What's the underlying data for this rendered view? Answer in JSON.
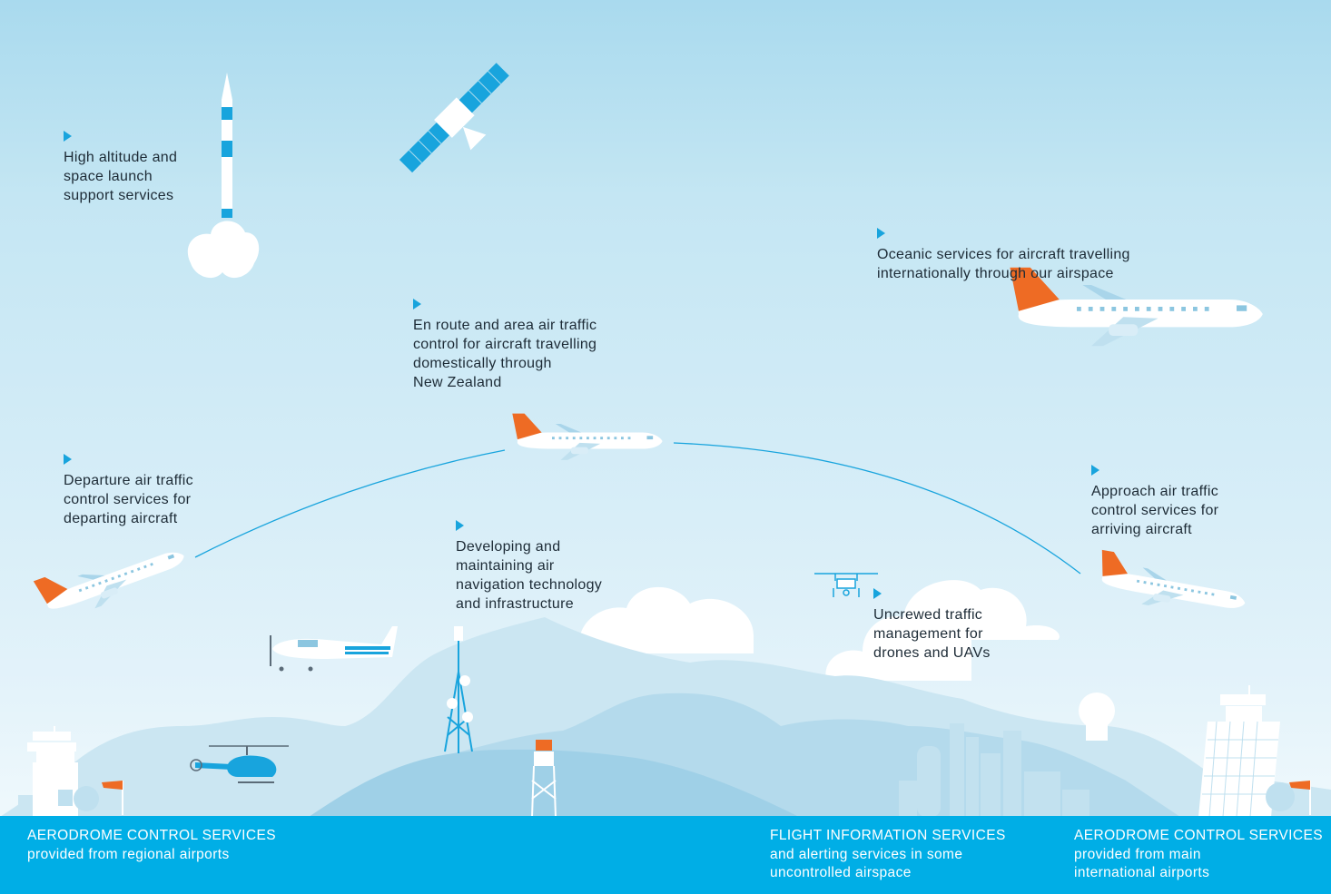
{
  "colors": {
    "accent_blue": "#18a4dd",
    "footer_blue": "#00aee6",
    "orange": "#ee6b24",
    "text_dark": "#1d2b36",
    "hill_light": "#bfe0ef",
    "hill_mid": "#a9d5ea",
    "hill_dark": "#93c9e3"
  },
  "labels": {
    "high_altitude": [
      "High altitude and",
      "space launch",
      "support services"
    ],
    "oceanic": [
      "Oceanic services for aircraft travelling",
      "internationally through our airspace"
    ],
    "en_route": [
      "En route and area air traffic",
      "control for aircraft travelling",
      "domestically through",
      "New Zealand"
    ],
    "departure": [
      "Departure air traffic",
      "control services for",
      "departing aircraft"
    ],
    "developing": [
      "Developing and",
      "maintaining air",
      "navigation technology",
      "and infrastructure"
    ],
    "approach": [
      "Approach air traffic",
      "control services for",
      "arriving aircraft"
    ],
    "uncrewed": [
      "Uncrewed traffic",
      "management for",
      "drones and UAVs"
    ]
  },
  "footer": {
    "regional": {
      "heading": "AERODROME CONTROL SERVICES",
      "lines": [
        "provided from regional airports"
      ]
    },
    "flight_info": {
      "heading": "FLIGHT INFORMATION SERVICES",
      "lines": [
        "and alerting services in some",
        "uncontrolled airspace"
      ]
    },
    "main": {
      "heading": "AERODROME CONTROL SERVICES",
      "lines": [
        "provided from main",
        "international airports"
      ]
    }
  },
  "icons": [
    "rocket-icon",
    "satellite-icon",
    "airliner-icon",
    "light-aircraft-icon",
    "helicopter-icon",
    "drone-icon",
    "control-tower-icon",
    "radar-dome-icon",
    "comms-tower-icon",
    "windsock-icon",
    "cloud-icon"
  ]
}
